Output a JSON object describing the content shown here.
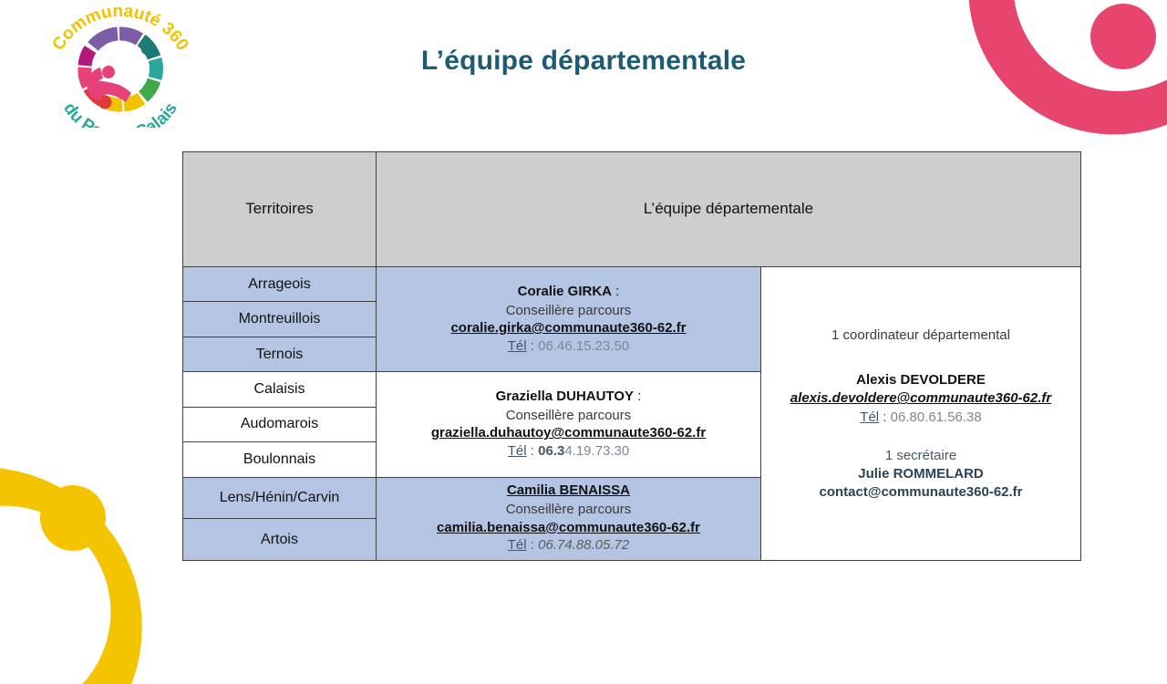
{
  "slide": {
    "title": "L’équipe départementale",
    "title_color": "#1d5b72",
    "background": "#ffffff"
  },
  "logo": {
    "name": "communaute-360-logo",
    "top_text": "Communauté 360",
    "bottom_text": "du Pas de Calais",
    "colors": {
      "yellow": "#f2c200",
      "teal": "#2aa79b",
      "pink": "#e8407a",
      "purple": "#7b5ea7",
      "green": "#3faa4a",
      "magenta": "#b3197a",
      "dark_teal": "#1d7a74",
      "red": "#e03a3a"
    }
  },
  "decor": {
    "pink_arc_color": "#e8456e",
    "yellow_arc_color": "#f5c400"
  },
  "table": {
    "header": {
      "territories": "Territoires",
      "team": "L’équipe départementale",
      "bg": "#cdcdcd"
    },
    "colors": {
      "blue_fill": "#b4c5e3",
      "white_fill": "#ffffff",
      "border": "#404040"
    },
    "territories": [
      {
        "label": "Arrageois",
        "fill": "blue"
      },
      {
        "label": "Montreuillois",
        "fill": "blue"
      },
      {
        "label": "Ternois",
        "fill": "blue"
      },
      {
        "label": "Calaisis",
        "fill": "white"
      },
      {
        "label": "Audomarois",
        "fill": "white"
      },
      {
        "label": "Boulonnais",
        "fill": "white"
      },
      {
        "label": "Lens/Hénin/Carvin",
        "fill": "blue"
      },
      {
        "label": "Artois",
        "fill": "blue"
      }
    ],
    "advisors": [
      {
        "name": "Coralie GIRKA",
        "name_suffix": " :",
        "role": "Conseillère parcours",
        "email": "coralie.girka@communaute360-62.fr",
        "tel_label": "Tél",
        "tel_sep": " : ",
        "tel": "06.46.15.23.50",
        "fill": "blue"
      },
      {
        "name": "Graziella DUHAUTOY",
        "name_suffix": " :",
        "role": "Conseillère parcours",
        "email": "graziella.duhautoy@communaute360-62.fr",
        "tel_label": "Tél",
        "tel_sep": " : ",
        "tel_bold_part": "06.3",
        "tel_rest": "4.19.73.30",
        "tel": "06.34.19.73.30",
        "fill": "white"
      },
      {
        "name": "Camilia BENAISSA",
        "name_suffix": "",
        "role": "Conseillère parcours",
        "email": "camilia.benaissa@communaute360-62.fr",
        "tel_label": "Tél",
        "tel_sep": " : ",
        "tel": "06.74.88.05.72",
        "fill": "blue"
      }
    ],
    "coordinator": {
      "lead": "1 coordinateur départemental",
      "name": "Alexis DEVOLDERE",
      "email": "alexis.devoldere@communaute360-62.fr",
      "tel_label": "Tél",
      "tel_sep": " : ",
      "tel": "06.80.61.56.38",
      "secretary_lead": "1 secrétaire",
      "secretary_name": "Julie ROMMELARD",
      "secretary_email": "contact@communaute360-62.fr"
    }
  }
}
